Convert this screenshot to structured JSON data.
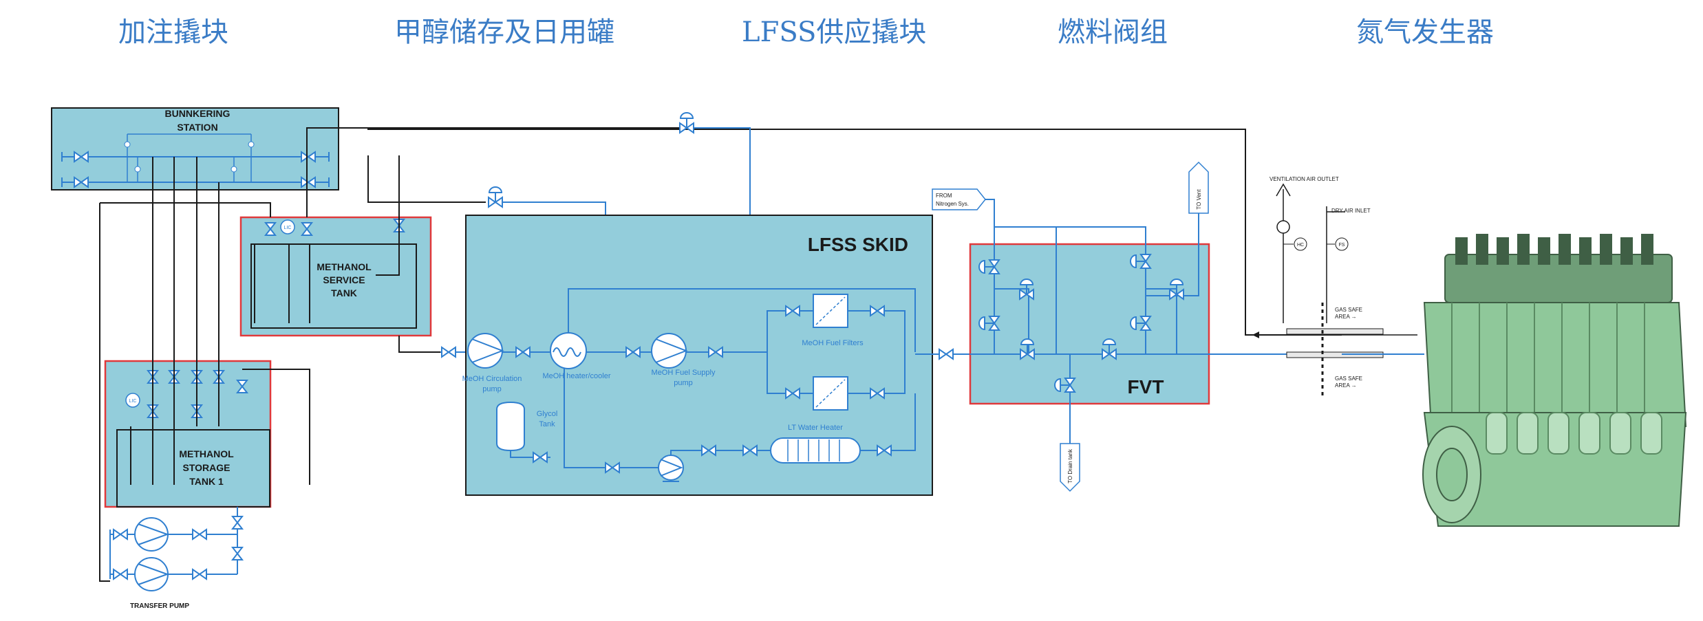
{
  "headers": {
    "bunkering_skid": "加注撬块",
    "methanol_tanks": "甲醇储存及日用罐",
    "lfss_skid": "LFSS供应撬块",
    "fuel_valve_train": "燃料阀组",
    "nitrogen_generator": "氮气发生器"
  },
  "blocks": {
    "bunkering_station_line1": "BUNNKERING",
    "bunkering_station_line2": "STATION",
    "service_tank_line1": "METHANOL",
    "service_tank_line2": "SERVICE",
    "service_tank_line3": "TANK",
    "storage_tank_line1": "METHANOL",
    "storage_tank_line2": "STORAGE",
    "storage_tank_line3": "TANK 1",
    "lfss_skid": "LFSS SKID",
    "fvt": "FVT",
    "transfer_pump": "TRANSFER PUMP"
  },
  "components": {
    "circulation_pump_l1": "MeOH Circulation",
    "circulation_pump_l2": "pump",
    "heater_cooler": "MeOH heater/cooler",
    "fuel_supply_pump_l1": "MeOH Fuel Supply",
    "fuel_supply_pump_l2": "pump",
    "fuel_filters": "MeOH Fuel Filters",
    "glycol_tank_l1": "Glycol",
    "glycol_tank_l2": "Tank",
    "lt_water_heater": "LT Water Heater",
    "from_nitrogen_l1": "FROM",
    "from_nitrogen_l2": "Nitrogen Sys.",
    "to_vent": "TO Vent",
    "to_drain": "TO Drain tank",
    "vent_air_outlet": "VENTILATION AIR OUTLET",
    "dry_air_inlet": "DRY AIR INLET",
    "gas_safe_top_l1": "GAS SAFE",
    "gas_safe_top_l2": "AREA →",
    "gas_safe_bot_l1": "GAS SAFE",
    "gas_safe_bot_l2": "AREA →",
    "lc_label": "LIC",
    "hc_label": "HC",
    "fs_label": "FS"
  },
  "colors": {
    "header_text": "#3a7cc6",
    "box_fill": "#93cddb",
    "box_border_red": "#e0393b",
    "pipe_blue": "#2f7fd0",
    "line_black": "#1a1a1a",
    "engine_green": "#8fc89a"
  }
}
